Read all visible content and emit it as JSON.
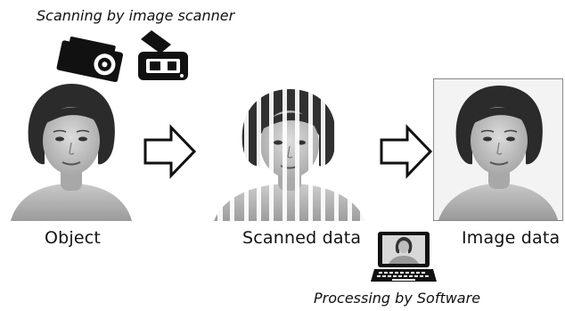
{
  "title_top": "Scanning by image scanner",
  "labels": {
    "object": "Object",
    "scanned": "Scanned data",
    "image": "Image data"
  },
  "caption_bottom": "Processing by Software",
  "icons": {
    "camera": "camera-icon",
    "scanner": "flatbed-scanner-icon",
    "arrow": "right-arrow-icon",
    "laptop": "laptop-icon"
  },
  "colors": {
    "ink": "#111111",
    "stripe": "#f4f4f4",
    "bg": "#ffffff"
  }
}
